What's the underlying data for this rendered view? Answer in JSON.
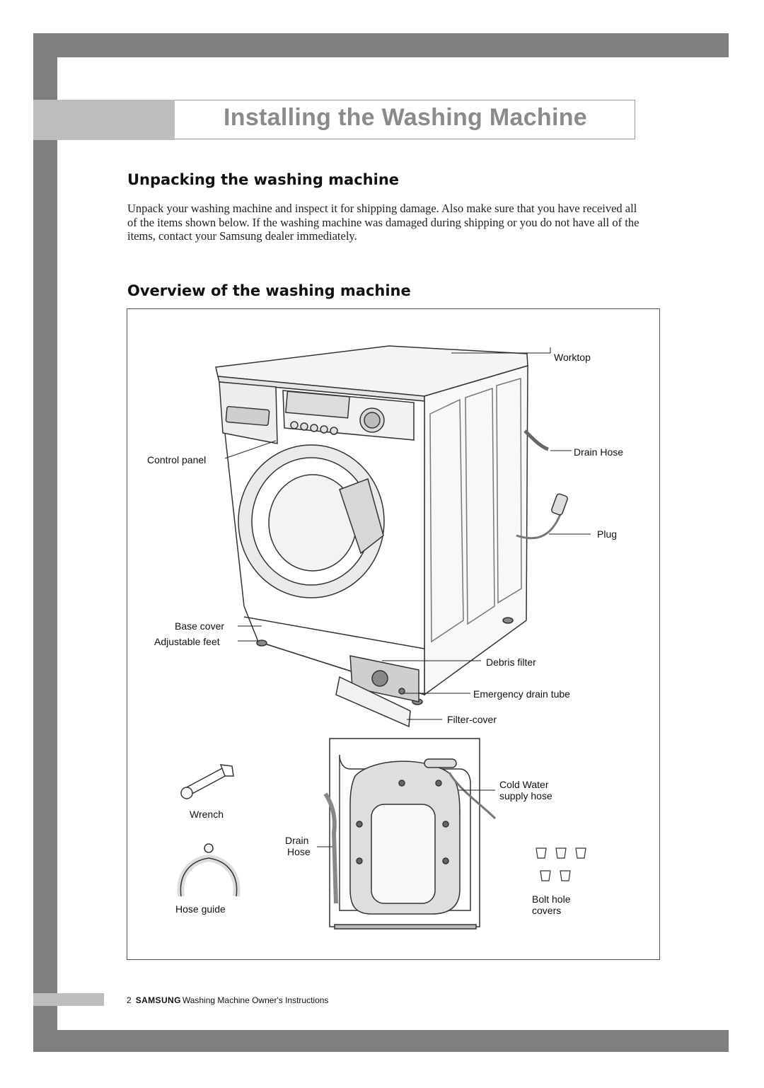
{
  "page": {
    "title": "Installing the Washing Machine",
    "section1": {
      "heading": "Unpacking the washing machine",
      "body": "Unpack your washing machine and inspect it for shipping damage. Also make sure that you have received all of the items shown below. If the washing machine was damaged during shipping or you do not have all of the items, contact your Samsung dealer immediately."
    },
    "section2": {
      "heading": "Overview of the washing machine"
    }
  },
  "figure": {
    "labels": {
      "worktop": "Worktop",
      "drain_hose": "Drain Hose",
      "control_panel": "Control panel",
      "plug": "Plug",
      "base_cover": "Base cover",
      "adjustable_feet": "Adjustable feet",
      "debris_filter": "Debris filter",
      "emergency_drain_tube": "Emergency drain tube",
      "filter_cover": "Filter-cover",
      "cold_water_1": "Cold Water",
      "cold_water_2": "supply hose",
      "wrench": "Wrench",
      "drain_1": "Drain",
      "drain_2": "Hose",
      "hose_guide": "Hose guide",
      "bolt_1": "Bolt hole",
      "bolt_2": "covers"
    }
  },
  "footer": {
    "page_number": "2",
    "brand": "SAMSUNG",
    "text": "Washing Machine Owner's Instructions"
  }
}
